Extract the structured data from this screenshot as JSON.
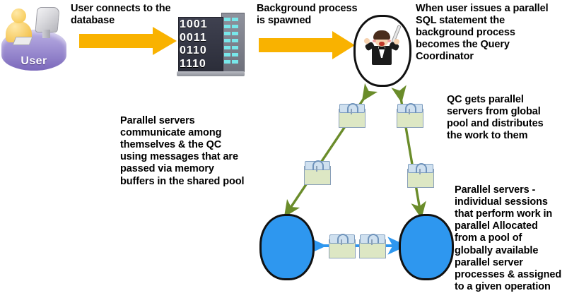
{
  "diagram": {
    "title": "Oracle Parallel Execution - Query Coordinator and Parallel Servers",
    "type": "flow-diagram",
    "background_color": "#ffffff"
  },
  "nodes": {
    "user": {
      "label": "User",
      "icon": "user-with-computer-icon",
      "color": "#8f7fc8"
    },
    "database": {
      "icon": "database-building-icon",
      "binary_rows": [
        "1001",
        "0011",
        "0110",
        "1110"
      ],
      "color": "#2b2d39"
    },
    "query_coordinator": {
      "icon": "conductor-person-icon",
      "shape": "oval",
      "color": "#ffffff"
    },
    "parallel_server_left": {
      "icon": "parallel-server-oval",
      "color": "#2e97ef"
    },
    "parallel_server_right": {
      "icon": "parallel-server-oval",
      "color": "#2e97ef"
    },
    "buffers": [
      {
        "name": "buffer-upper-left",
        "icon": "memory-buffer-icon"
      },
      {
        "name": "buffer-lower-left",
        "icon": "memory-buffer-icon"
      },
      {
        "name": "buffer-upper-right",
        "icon": "memory-buffer-icon"
      },
      {
        "name": "buffer-lower-right",
        "icon": "memory-buffer-icon"
      },
      {
        "name": "buffer-bottom-1",
        "icon": "memory-buffer-icon"
      },
      {
        "name": "buffer-bottom-2",
        "icon": "memory-buffer-icon"
      }
    ]
  },
  "connectors": {
    "user_to_database": {
      "name": "arrow-user-to-database",
      "color": "#f9b200",
      "style": "block-arrow-right"
    },
    "database_to_qc": {
      "name": "arrow-database-to-qc",
      "color": "#f9b200",
      "style": "block-arrow-right"
    },
    "qc_to_left_server": {
      "name": "arrow-qc-left-branch",
      "color": "#6a8c2a",
      "style": "double-headed"
    },
    "qc_to_right_server": {
      "name": "arrow-qc-right-branch",
      "color": "#6a8c2a",
      "style": "double-headed"
    },
    "server_to_server": {
      "name": "arrow-server-to-server",
      "color": "#2e97ef",
      "style": "double-headed"
    }
  },
  "labels": {
    "user_connects": "User connects to the\ndatabase",
    "background_spawned": "Background process\nis spawned",
    "query_coordinator": "When user issues a parallel\nSQL statement the\nbackground process\nbecomes the Query\nCoordinator",
    "qc_gets_servers": "QC gets parallel\nservers from global\npool and distributes\nthe work to them",
    "parallel_communicate": "Parallel servers\ncommunicate among\nthemselves & the QC\nusing messages that are\npassed via memory\nbuffers in the shared pool",
    "parallel_servers_desc": "Parallel servers -\nindividual sessions\nthat perform work in\nparallel Allocated\nfrom a pool of\nglobally available\nparallel server\nprocesses & assigned\nto a given operation"
  }
}
